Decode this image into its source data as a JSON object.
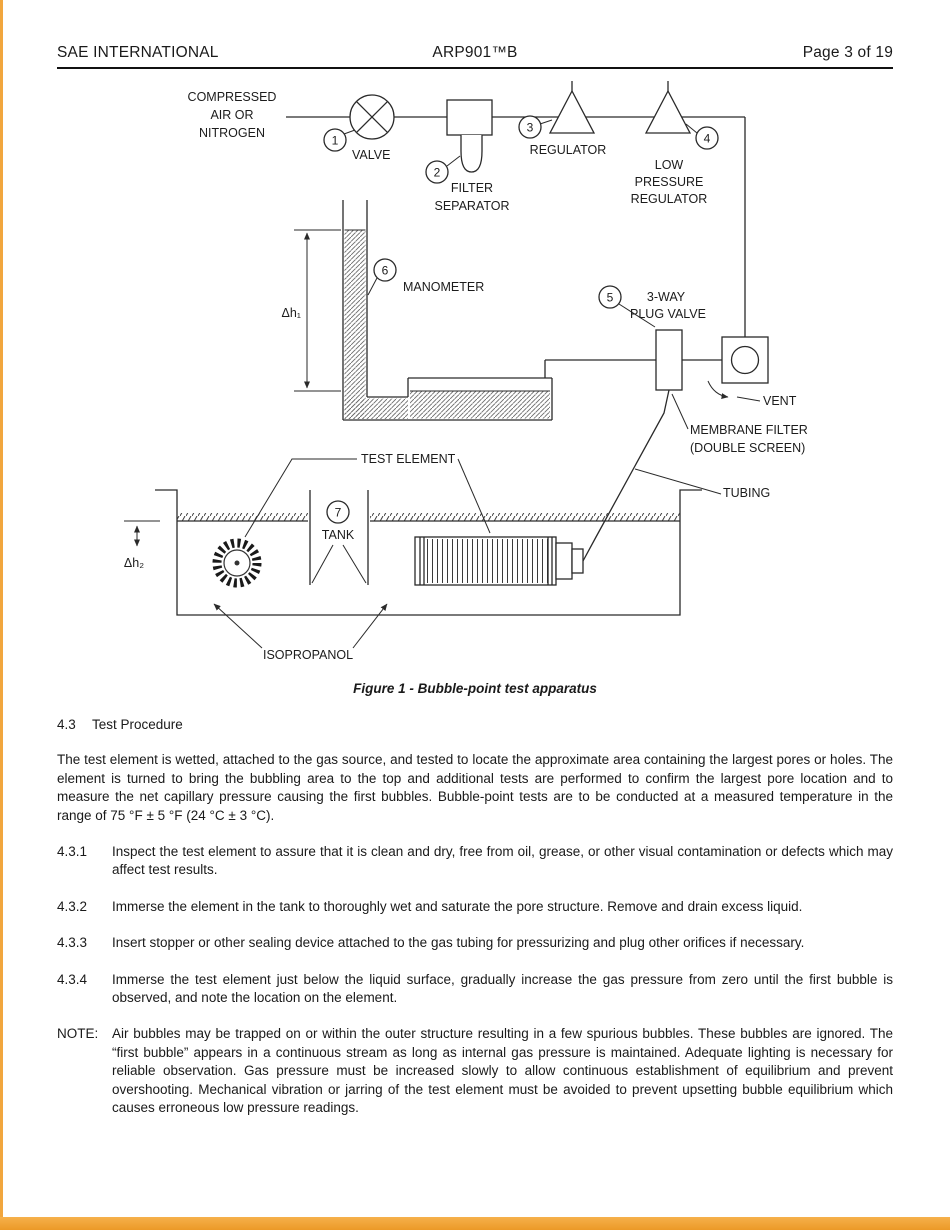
{
  "header": {
    "left": "SAE INTERNATIONAL",
    "center": "ARP901™B",
    "right": "Page 3 of 19"
  },
  "colors": {
    "accent_bar": "#EC9927"
  },
  "figure": {
    "caption": "Figure 1 - Bubble-point test apparatus",
    "labels": {
      "source1": "COMPRESSED",
      "source2": "AIR OR",
      "source3": "NITROGEN",
      "valve_num": "1",
      "valve": "VALVE",
      "filter_num": "2",
      "filter1": "FILTER",
      "filter2": "SEPARATOR",
      "regulator_num": "3",
      "regulator": "REGULATOR",
      "lp_num": "4",
      "lp1": "LOW",
      "lp2": "PRESSURE",
      "lp3": "REGULATOR",
      "plug_num": "5",
      "plug1": "3-WAY",
      "plug2": "PLUG VALVE",
      "mano_num": "6",
      "manometer": "MANOMETER",
      "tank_num": "7",
      "tank": "TANK",
      "vent": "VENT",
      "membrane1": "MEMBRANE FILTER",
      "membrane2": "(DOUBLE SCREEN)",
      "tubing": "TUBING",
      "test_element": "TEST ELEMENT",
      "isopropanol": "ISOPROPANOL",
      "dh1": "Δh₁",
      "dh2": "Δh₂"
    }
  },
  "section": {
    "number": "4.3",
    "title": "Test Procedure"
  },
  "intro": "The test element is wetted, attached to the gas source, and tested to locate the approximate area containing the largest pores or holes. The element is turned to bring the bubbling area to the top and additional tests are performed to confirm the largest pore location and to measure the net capillary pressure causing the first bubbles. Bubble-point tests are to be conducted at a measured temperature in the range of 75 °F ± 5 °F (24 °C ± 3 °C).",
  "items": [
    {
      "num": "4.3.1",
      "text": "Inspect the test element to assure that it is clean and dry, free from oil, grease, or other visual contamination or defects which may affect test results."
    },
    {
      "num": "4.3.2",
      "text": "Immerse the element in the tank to thoroughly wet and saturate the pore structure. Remove and drain excess liquid."
    },
    {
      "num": "4.3.3",
      "text": "Insert stopper or other sealing device attached to the gas tubing for pressurizing and plug other orifices if necessary."
    },
    {
      "num": "4.3.4",
      "text": "Immerse the test element just below the liquid surface, gradually increase the gas pressure from zero until the first bubble is observed, and note the location on the element."
    }
  ],
  "note": {
    "label": "NOTE:",
    "text": "Air bubbles may be trapped on or within the outer structure resulting in a few spurious bubbles. These bubbles are ignored. The “first bubble” appears in a continuous stream as long as internal gas pressure is maintained. Adequate lighting is necessary for reliable observation. Gas pressure must be increased slowly to allow continuous establishment of equilibrium and prevent overshooting. Mechanical vibration or jarring of the test element must be avoided to prevent upsetting bubble equilibrium which causes erroneous low pressure readings."
  }
}
